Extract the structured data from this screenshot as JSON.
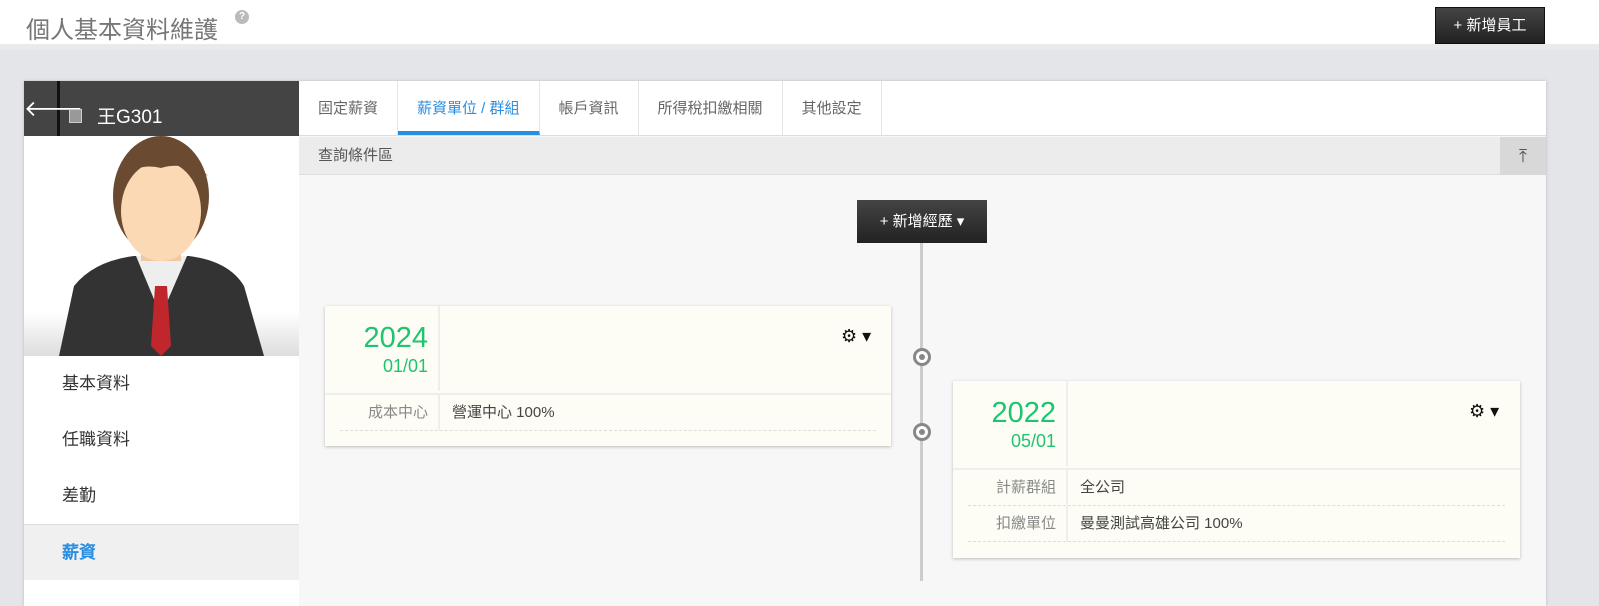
{
  "header": {
    "title": "個人基本資料維護",
    "help": "?",
    "add_employee": "+ 新增員工"
  },
  "employee": {
    "back": "🡐",
    "name": "王G301"
  },
  "sidebar": {
    "items": [
      {
        "label": "基本資料"
      },
      {
        "label": "任職資料"
      },
      {
        "label": "差勤"
      },
      {
        "label": "薪資"
      }
    ]
  },
  "tabs": [
    {
      "label": "固定薪資"
    },
    {
      "label": "薪資單位 / 群組"
    },
    {
      "label": "帳戶資訊"
    },
    {
      "label": "所得稅扣繳相關"
    },
    {
      "label": "其他設定"
    }
  ],
  "query": {
    "label": "查詢條件區",
    "toggle": "⤒"
  },
  "timeline": {
    "add_label": "+ 新增經歷 ▾",
    "entries": [
      {
        "year": "2024",
        "date": "01/01",
        "gear": "⚙ ▾",
        "rows": [
          {
            "label": "成本中心",
            "value": "營運中心 100%"
          }
        ]
      },
      {
        "year": "2022",
        "date": "05/01",
        "gear": "⚙ ▾",
        "rows": [
          {
            "label": "計薪群組",
            "value": "全公司"
          },
          {
            "label": "扣繳單位",
            "value": "曼曼測試高雄公司 100%"
          }
        ]
      }
    ]
  },
  "colors": {
    "accent": "#2a8ee0",
    "date_green": "#1fc46f"
  }
}
